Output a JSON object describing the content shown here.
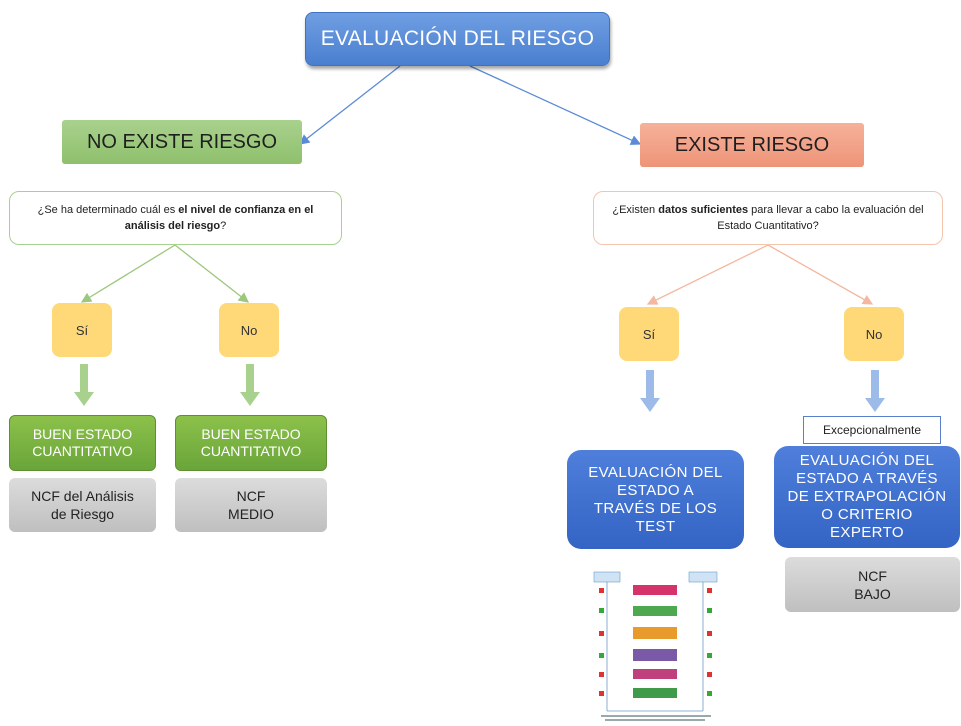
{
  "root": "EVALUACIÓN DEL RIESGO",
  "no_risk": "NO EXISTE RIESGO",
  "risk": "EXISTE RIESGO",
  "q_left": {
    "pre": "¿Se ha determinado cuál es ",
    "bold": "el nivel de confianza en el análisis del riesgo",
    "post": "?"
  },
  "q_right": {
    "pre": "¿Existen ",
    "bold": "datos suficientes",
    "post": " para llevar a cabo la evaluación del Estado Cuantitativo?"
  },
  "answers": {
    "yes": "Sí",
    "no": "No"
  },
  "left_yes_status": "BUEN ESTADO CUANTITATIVO",
  "left_no_status": "BUEN ESTADO CUANTITATIVO",
  "left_yes_ncf": "NCF del Análisis de Riesgo",
  "left_no_ncf_line1": "NCF",
  "left_no_ncf_line2": "MEDIO",
  "right_yes_eval": "EVALUACIÓN DEL ESTADO A TRAVÉS DE LOS TEST",
  "exceptional": "Excepcionalmente",
  "right_no_eval": "EVALUACIÓN DEL ESTADO A TRAVÉS DE EXTRAPOLACIÓN O CRITERIO EXPERTO",
  "right_no_ncf_line1": "NCF",
  "right_no_ncf_line2": "BAJO",
  "colors": {
    "root": "#4a7fd0",
    "no_risk": "#a9d18e",
    "risk": "#f4a98e",
    "answer": "#ffd978",
    "green": "#70ad47",
    "blue": "#3464c4",
    "gray": "#cfcfcf"
  }
}
